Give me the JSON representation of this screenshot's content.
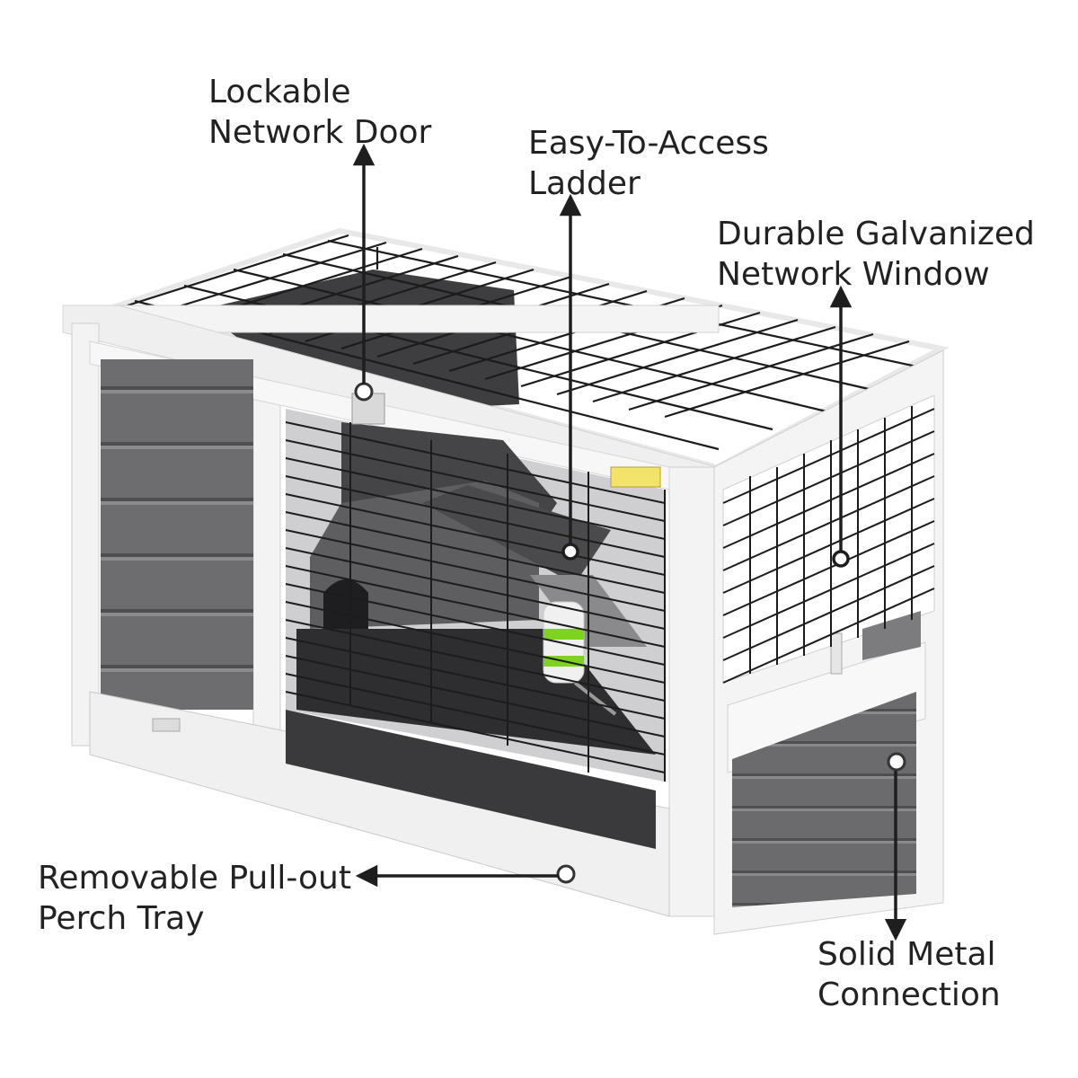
{
  "callouts": {
    "lockable_door": {
      "line1": "Lockable",
      "line2": "Network Door"
    },
    "ladder": {
      "line1": "Easy-To-Access",
      "line2": "Ladder"
    },
    "window": {
      "line1": "Durable Galvanized",
      "line2": "Network Window"
    },
    "tray": {
      "line1": "Removable Pull-out",
      "line2": "Perch Tray"
    },
    "connection": {
      "line1": "Solid Metal",
      "line2": "Connection"
    }
  },
  "colors": {
    "frame": "#f2f2f2",
    "panel": "#6d6d6f",
    "mesh": "#1c1c1c",
    "floor": "#3b3b3d",
    "annotation": "#1e1e1e",
    "bottle_accent": "#7ed321"
  }
}
